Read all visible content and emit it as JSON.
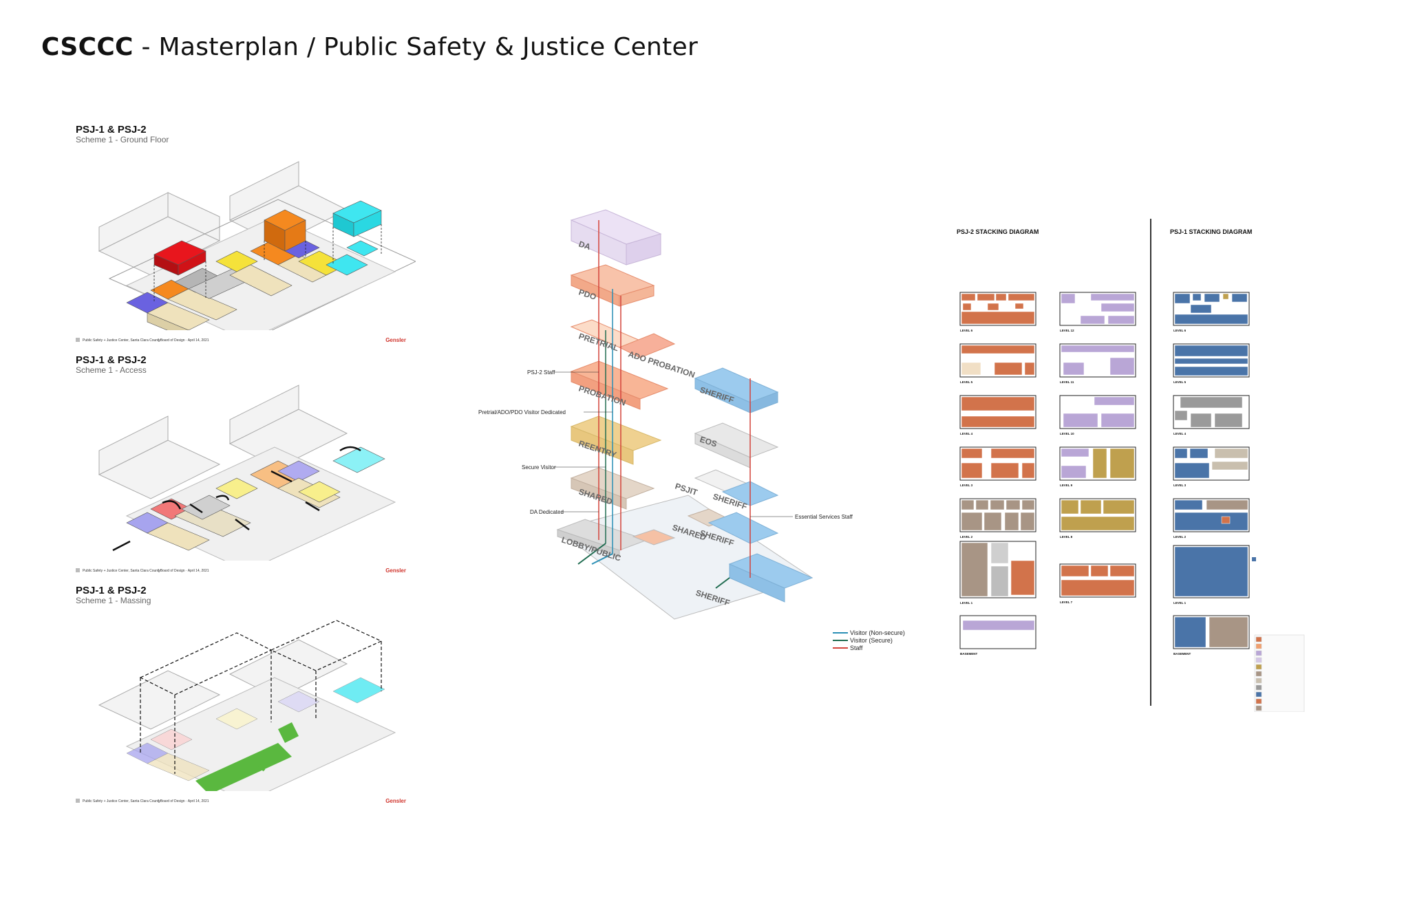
{
  "page": {
    "title_brand": "CSCCC",
    "title_rest": " - Masterplan / Public Safety & Justice Center"
  },
  "panels": [
    {
      "title": "PSJ-1 & PSJ-2",
      "subtitle": "Scheme 1 - Ground Floor",
      "footer_project": "Public Safety + Justice Center, Santa Clara County",
      "footer_date": "| Board of Design · April 14, 2021",
      "footer_logo": "Gensler"
    },
    {
      "title": "PSJ-1 & PSJ-2",
      "subtitle": "Scheme 1 - Access",
      "footer_project": "Public Safety + Justice Center, Santa Clara County",
      "footer_date": "| Board of Design · April 14, 2021",
      "footer_logo": "Gensler"
    },
    {
      "title": "PSJ-1 & PSJ-2",
      "subtitle": "Scheme 1 - Massing",
      "footer_project": "Public Safety + Justice Center, Santa Clara County",
      "footer_date": "| Board of Design · April 14, 2021",
      "footer_logo": "Gensler"
    }
  ],
  "exploded": {
    "blocks": [
      "DA",
      "PDO",
      "PRETRIAL",
      "ADO PROBATION",
      "PROBATION",
      "REENTRY",
      "SHARED",
      "LOBBY/PUBLIC",
      "SHERIFF",
      "EOS",
      "PSJIT",
      "SHERIFF",
      "SHARED",
      "SHERIFF",
      "SHERIFF"
    ],
    "callouts": [
      "PSJ-2 Staff",
      "Pretrial/ADO/PDO Visitor Dedicated",
      "Secure Visitor",
      "DA Dedicated",
      "Essential Services Staff"
    ],
    "legend": [
      {
        "label": "Visitor (Non-secure)",
        "color": "#2a8fb5"
      },
      {
        "label": "Visitor (Secure)",
        "color": "#1e6b4f"
      },
      {
        "label": "Staff",
        "color": "#d4433a"
      }
    ]
  },
  "psj2": {
    "title": "PSJ-2 STACKING DIAGRAM",
    "col1_levels": [
      "LEVEL 6",
      "LEVEL 5",
      "LEVEL 4",
      "LEVEL 3",
      "LEVEL 2",
      "LEVEL 1",
      "BASEMENT"
    ],
    "col2_levels": [
      "LEVEL 12",
      "LEVEL 11",
      "LEVEL 10",
      "LEVEL 9",
      "LEVEL 8",
      "LEVEL 7"
    ]
  },
  "psj1": {
    "title": "PSJ-1 STACKING DIAGRAM",
    "levels": [
      "LEVEL 6",
      "LEVEL 5",
      "LEVEL 4",
      "LEVEL 3",
      "LEVEL 2",
      "LEVEL 1",
      "BASEMENT"
    ]
  },
  "colors": {
    "da": "#b9a6d6",
    "pdo": "#d2734b",
    "shared": "#a89585",
    "reentry": "#bfa04e",
    "sheriff": "#4a74a8",
    "grey": "#9a9a9a",
    "red": "#e8161d",
    "orange": "#f5891f",
    "cyan": "#3fe6f0",
    "blue": "#6a62e0",
    "yellow": "#f5e23a",
    "tan": "#efe2bc",
    "green": "#5ab83f"
  }
}
